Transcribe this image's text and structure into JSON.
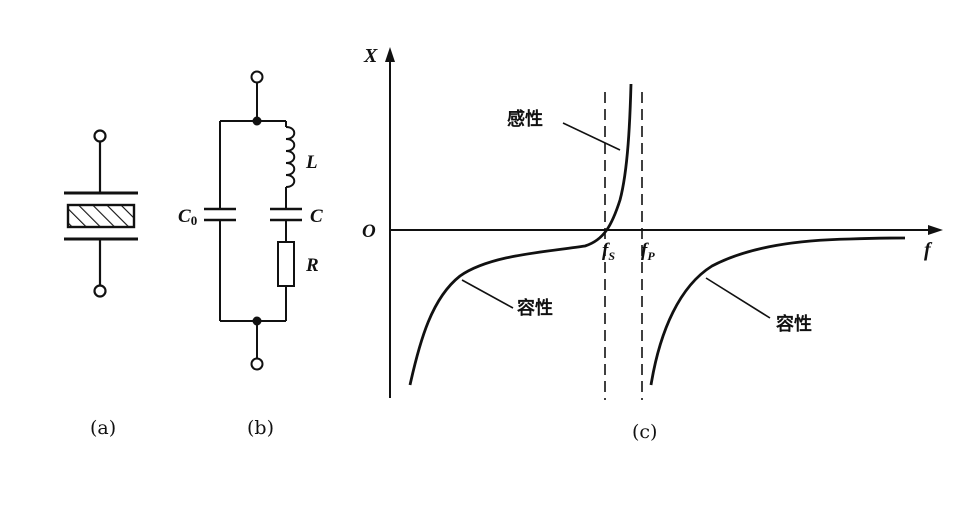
{
  "panel_a": {
    "caption": "(a)"
  },
  "panel_b": {
    "caption": "(b)",
    "labels": {
      "c0_main": "C",
      "c0_sub": "0",
      "l": "L",
      "c": "C",
      "r": "R"
    }
  },
  "panel_c": {
    "caption": "(c)",
    "axis": {
      "y_label": "X",
      "x_label": "f",
      "origin": "O"
    },
    "markers": {
      "fs_main": "f",
      "fs_sub": "S",
      "fp_main": "f",
      "fp_sub": "P"
    },
    "annotations": {
      "inductive": "感性",
      "capacitive_left": "容性",
      "capacitive_right": "容性"
    }
  },
  "colors": {
    "ink": "#111111"
  }
}
